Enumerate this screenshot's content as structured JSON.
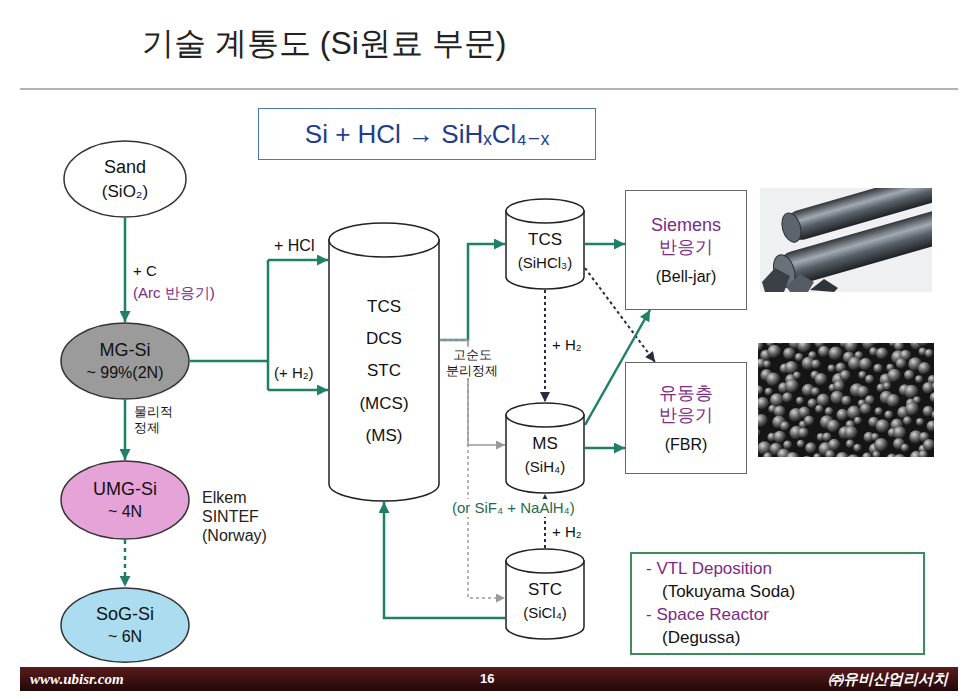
{
  "diagram": {
    "title": "기술 계통도 (Si원료 부문)",
    "nodes": [
      {
        "text": [
          "Sand",
          "(SiO₂)"
        ]
      },
      {
        "text": [
          "MG-Si",
          "~ 99%(2N)"
        ]
      },
      {
        "text": [
          "UMG-Si",
          "~ 4N"
        ]
      },
      {
        "text": [
          "SoG-Si",
          "~ 6N"
        ]
      },
      {
        "text": [
          "Si + HCl → SiHₓCl₄₋ₓ"
        ]
      },
      {
        "text": [
          "TCS",
          "DCS",
          "STC",
          "(MCS)",
          "(MS)"
        ]
      },
      {
        "text": [
          "TCS",
          "(SiHCl₃)"
        ]
      },
      {
        "text": [
          "MS",
          "(SiH₄)"
        ]
      },
      {
        "text": [
          "STC",
          "(SiCl₄)"
        ]
      },
      {
        "text": [
          "Siemens 반응기",
          "(Bell-jar)"
        ]
      },
      {
        "text": [
          "유동층 반응기",
          "(FBR)"
        ]
      },
      {
        "text": [
          "- VTL Deposition",
          "(Tokuyama Soda)",
          "- Space Reactor",
          "(Degussa)"
        ]
      }
    ],
    "edges": [
      {
        "from": 0,
        "to": 1,
        "arrow": "to",
        "label": "+ C"
      },
      {
        "from": 1,
        "to": 5,
        "arrow": "to",
        "label": "+ HCl"
      },
      {
        "from": 1,
        "to": 2,
        "arrow": "to",
        "label": "물리적 정제"
      },
      {
        "from": 2,
        "to": 3,
        "arrow": "to"
      },
      {
        "from": 5,
        "to": 6,
        "arrow": "to",
        "label": "고순도 분리정제"
      },
      {
        "from": 5,
        "to": 7,
        "arrow": "to"
      },
      {
        "from": 5,
        "to": 8,
        "arrow": "to"
      },
      {
        "from": 8,
        "to": 5,
        "arrow": "to"
      },
      {
        "from": 6,
        "to": 7,
        "arrow": "to",
        "label": "+ H₂"
      },
      {
        "from": 8,
        "to": 7,
        "arrow": "to",
        "label": "+ H₂"
      },
      {
        "from": 6,
        "to": 9,
        "arrow": "to"
      },
      {
        "from": 6,
        "to": 10,
        "arrow": "to"
      },
      {
        "from": 7,
        "to": 9,
        "arrow": "to"
      },
      {
        "from": 7,
        "to": 10,
        "arrow": "to"
      }
    ],
    "labels": [
      "(Arc 반응기)",
      "Elkem SINTEF (Norway)",
      "(+ H₂)",
      "(or SiF₄ + NaAlH₄)",
      "www.ubisr.com",
      "16",
      "㈜유비산업리서치"
    ]
  }
}
